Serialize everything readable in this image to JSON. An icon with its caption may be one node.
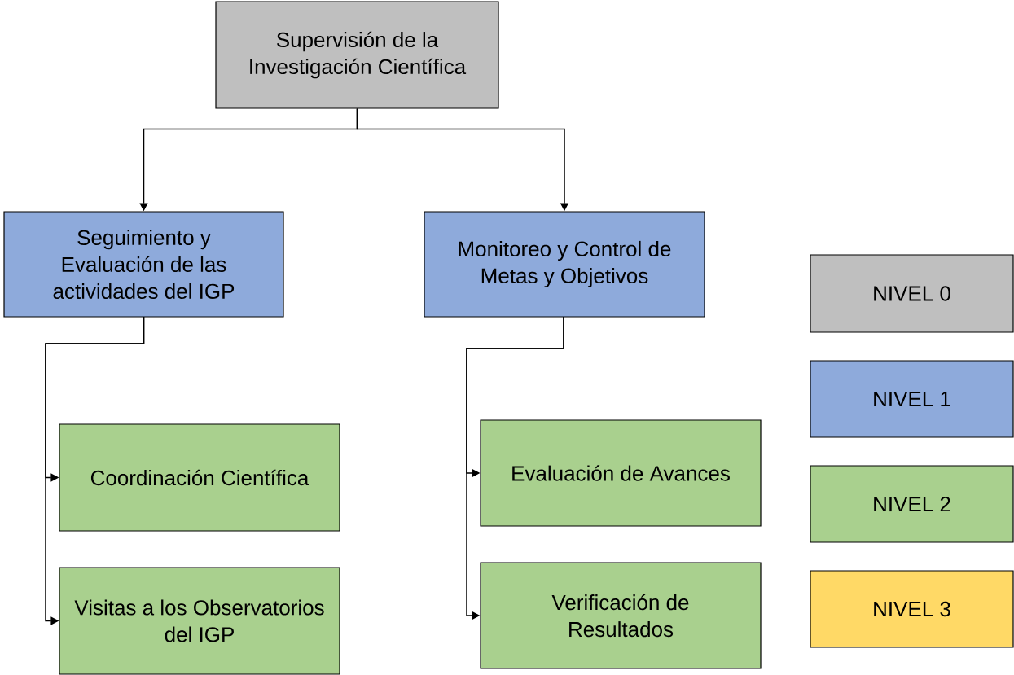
{
  "diagram": {
    "nodes": [
      {
        "text": [
          "Supervisión de la Investigación Científica"
        ]
      },
      {
        "text": [
          "Seguimiento y Evaluación de las actividades del IGP"
        ]
      },
      {
        "text": [
          "Monitoreo y Control de Metas y Objetivos"
        ]
      },
      {
        "text": [
          "Coordinación Científica"
        ]
      },
      {
        "text": [
          "Visitas a los Observatorios del IGP"
        ]
      },
      {
        "text": [
          "Evaluación de Avances"
        ]
      },
      {
        "text": [
          "Verificación de Resultados"
        ]
      }
    ],
    "edges": [
      {
        "from": 0,
        "to": 1,
        "arrow": "to"
      },
      {
        "from": 0,
        "to": 2,
        "arrow": "to"
      },
      {
        "from": 1,
        "to": 3,
        "arrow": "to"
      },
      {
        "from": 1,
        "to": 4,
        "arrow": "to"
      },
      {
        "from": 2,
        "to": 5,
        "arrow": "to"
      },
      {
        "from": 2,
        "to": 6,
        "arrow": "to"
      }
    ],
    "legend": [
      {
        "text": "NIVEL 0",
        "color": "#bfbfbf"
      },
      {
        "text": "NIVEL 1",
        "color": "#8eaadb"
      },
      {
        "text": "NIVEL 2",
        "color": "#a9d08e"
      },
      {
        "text": "NIVEL 3",
        "color": "#ffd966"
      }
    ]
  }
}
